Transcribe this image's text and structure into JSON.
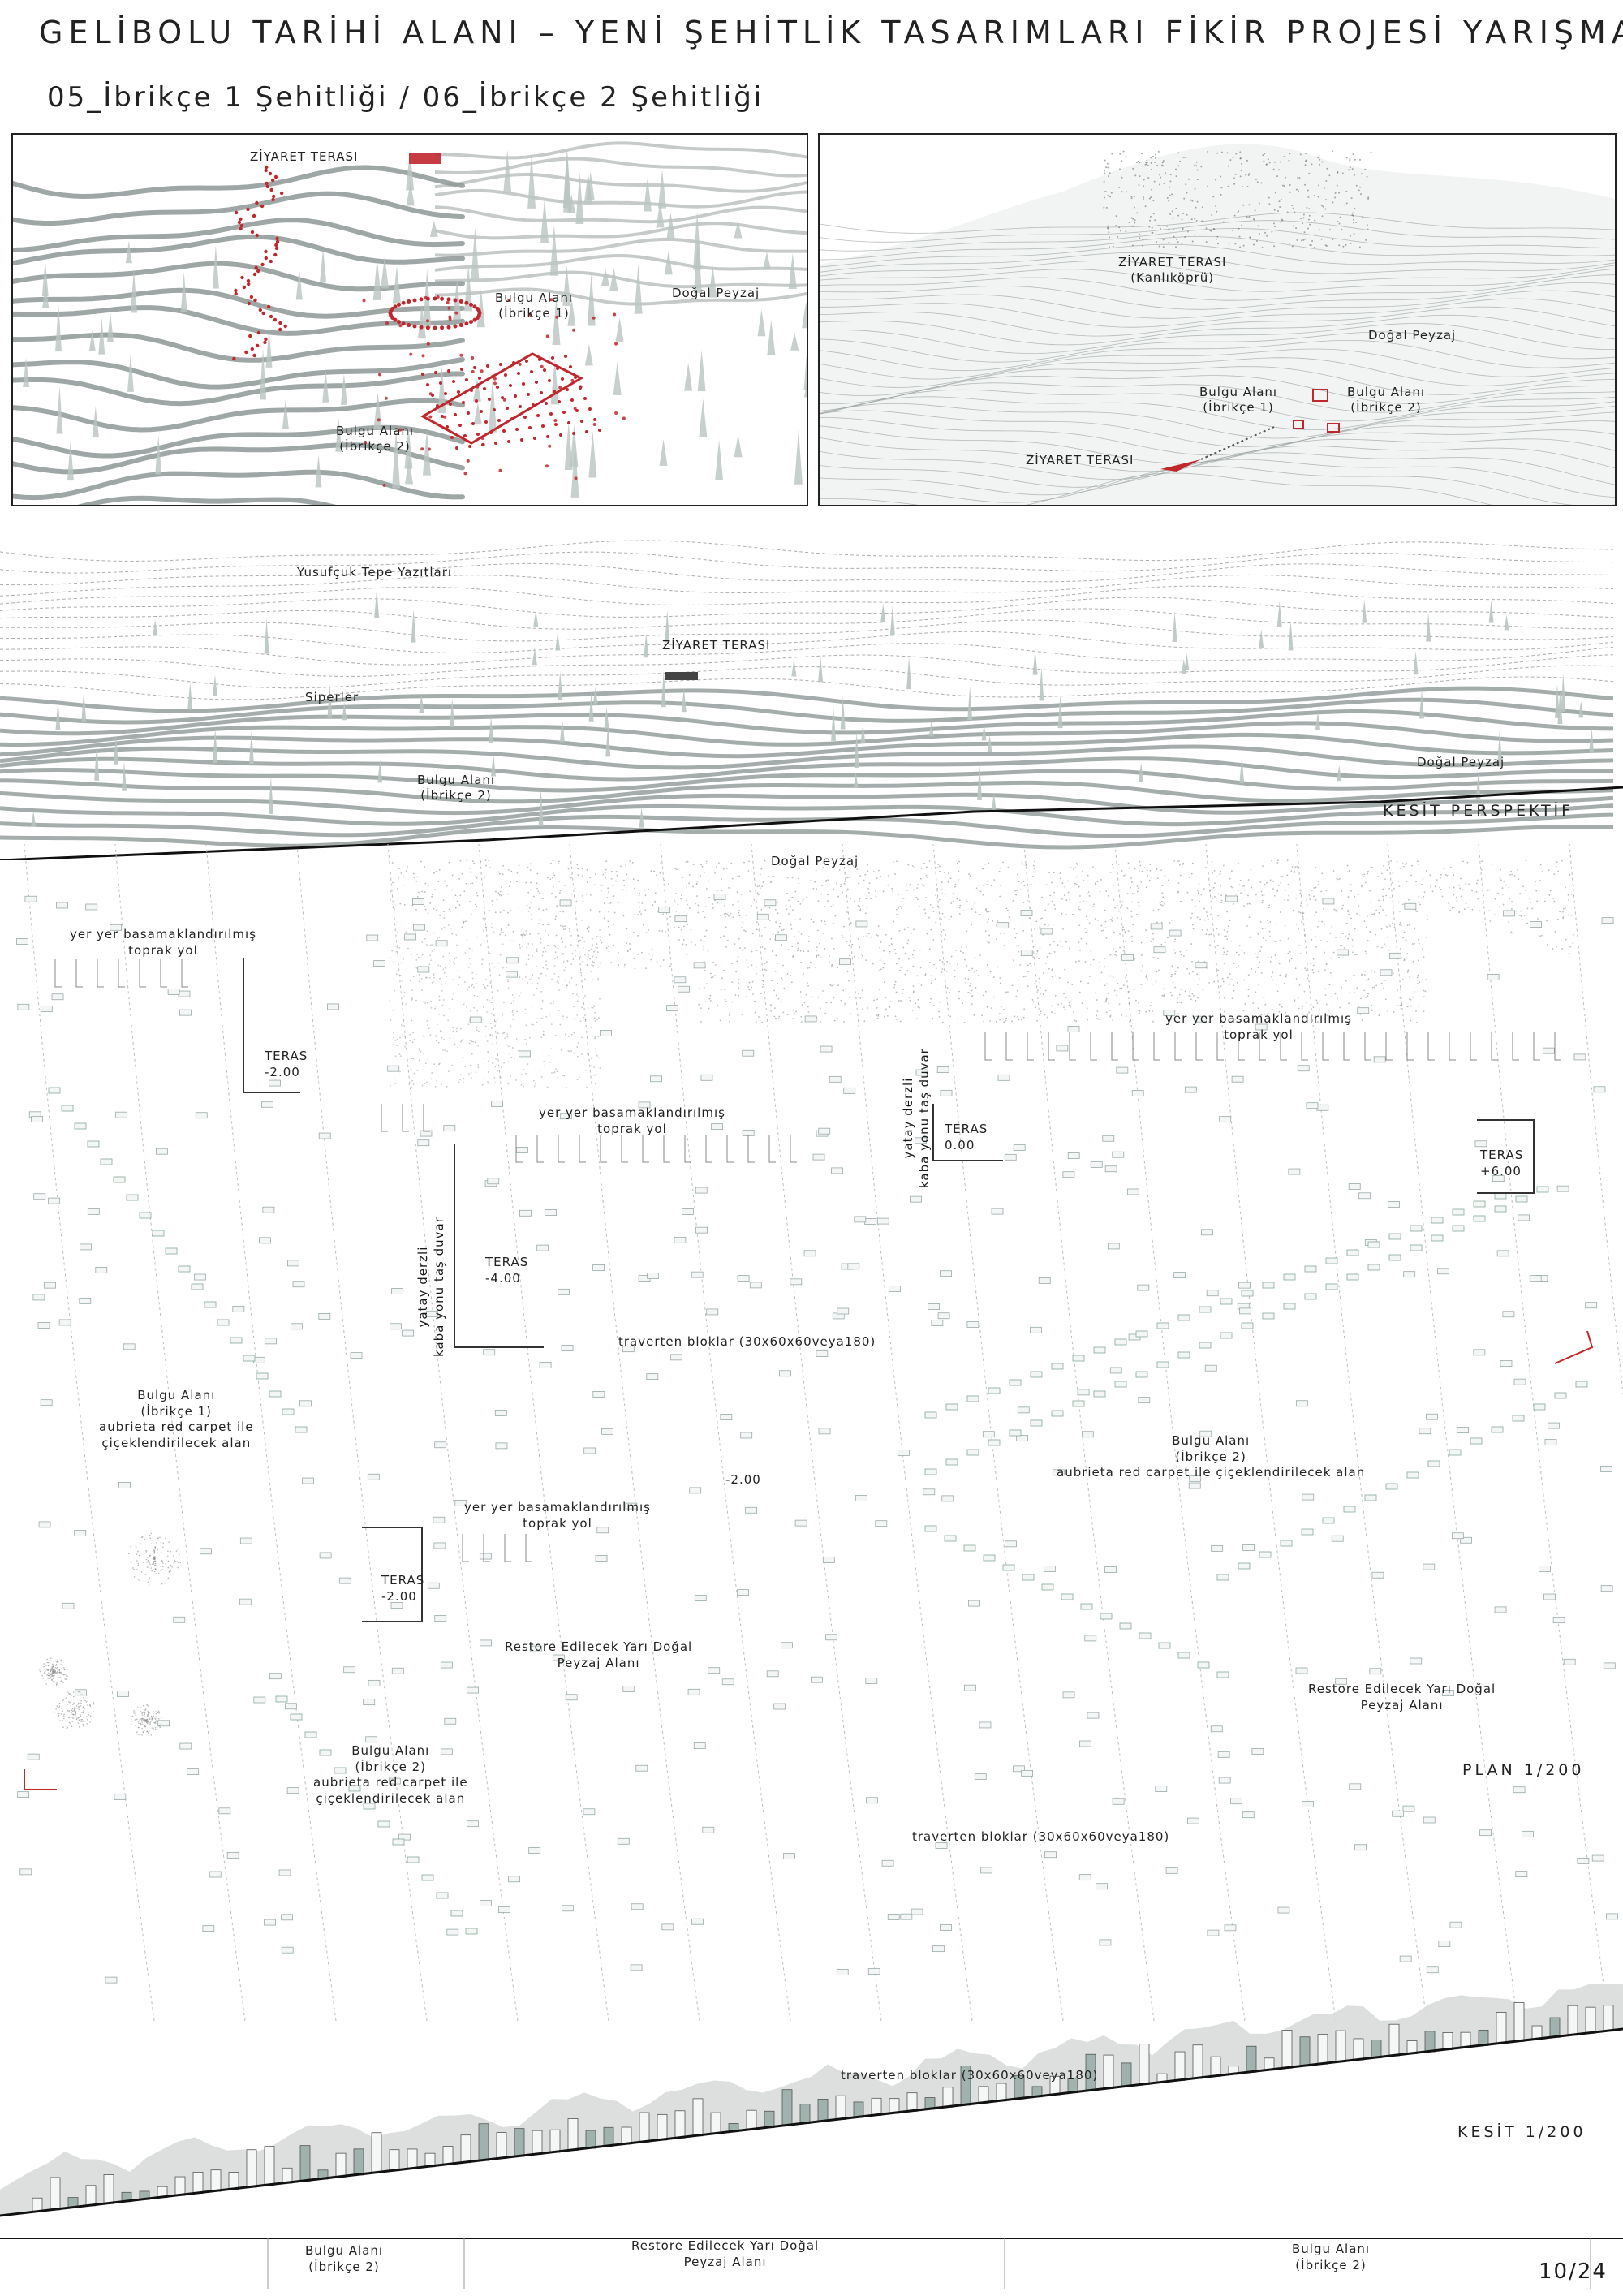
{
  "header": {
    "title": "GELİBOLU TARİHİ ALANI – YENİ ŞEHİTLİK TASARIMLARI FİKİR PROJESİ YARIŞMASI",
    "subtitle": "05_İbrikçe 1 Şehitliği / 06_İbrikçe 2 Şehitliği"
  },
  "panel_left": {
    "ziyaret": "ZİYARET TERASI",
    "bulgu1": "Bulgu Alanı\n(İbrikçe 1)",
    "dogal": "Doğal Peyzaj",
    "bulgu2": "Bulgu Alanı\n(İbrikçe 2)"
  },
  "panel_right": {
    "ziyaret_top": "ZİYARET TERASI\n(Kanlıköprü)",
    "dogal": "Doğal Peyzaj",
    "bulgu1": "Bulgu Alanı\n(İbrikçe 1)",
    "bulgu2": "Bulgu Alanı\n(İbrikçe 2)",
    "ziyaret_bottom": "ZİYARET TERASI"
  },
  "section_perspective": {
    "yusufcuk": "Yusufçuk Tepe Yazıtları",
    "ziyaret": "ZİYARET TERASI",
    "siperler": "Siperler",
    "bulgu2": "Bulgu Alanı\n(İbrikçe 2)",
    "dogal": "Doğal Peyzaj",
    "caption": "KESİT PERSPEKTİF"
  },
  "plan": {
    "dogal": "Doğal Peyzaj",
    "toprak_yol_1": "yer yer basamaklandırılmış\ntoprak yol",
    "toprak_yol_2": "yer yer basamaklandırılmış\ntoprak yol",
    "toprak_yol_3": "yer yer basamaklandırılmış\ntoprak yol",
    "toprak_yol_4": "yer yer basamaklandırılmış\ntoprak yol",
    "teras_a": "TERAS\n-2.00",
    "teras_b": "TERAS\n0.00",
    "teras_c": "TERAS\n+6.00",
    "teras_d": "TERAS\n-4.00",
    "teras_e": "TERAS\n-2.00",
    "duvar_1": "yatay derzli\nkaba yonu taş duvar",
    "duvar_2": "yatay derzli\nkaba yonu taş duvar",
    "traverten_1": "traverten bloklar (30x60x60veya180)",
    "traverten_2": "traverten bloklar (30x60x60veya180)",
    "bulgu1": "Bulgu Alanı\n(İbrikçe 1)\naubrieta red carpet ile\nçiçeklendirilecek alan",
    "bulgu2_right": "Bulgu Alanı\n(İbrikçe 2)\naubrieta red carpet ile çiçeklendirilecek alan",
    "bulgu2_left": "Bulgu Alanı\n(İbrikçe 2)\naubrieta red carpet ile\nçiçeklendirilecek alan",
    "level": "-2.00",
    "restore_1": "Restore Edilecek Yarı Doğal\nPeyzaj Alanı",
    "restore_2": "Restore Edilecek Yarı Doğal\nPeyzaj Alanı",
    "caption": "PLAN  1/200"
  },
  "section": {
    "traverten": "traverten bloklar (30x60x60veya180)",
    "caption": "KESİT  1/200",
    "legend_left": "Bulgu Alanı\n(İbrikçe 2)",
    "legend_mid": "Restore Edilecek Yarı Doğal\nPeyzaj Alanı",
    "legend_right": "Bulgu Alanı\n(İbrikçe 2)"
  },
  "page_number": "10/24",
  "colors": {
    "accent_red": "#c0272d",
    "contour": "#8d9896",
    "vegetation": "#b9c4c1",
    "block": "#cfd6d4"
  }
}
